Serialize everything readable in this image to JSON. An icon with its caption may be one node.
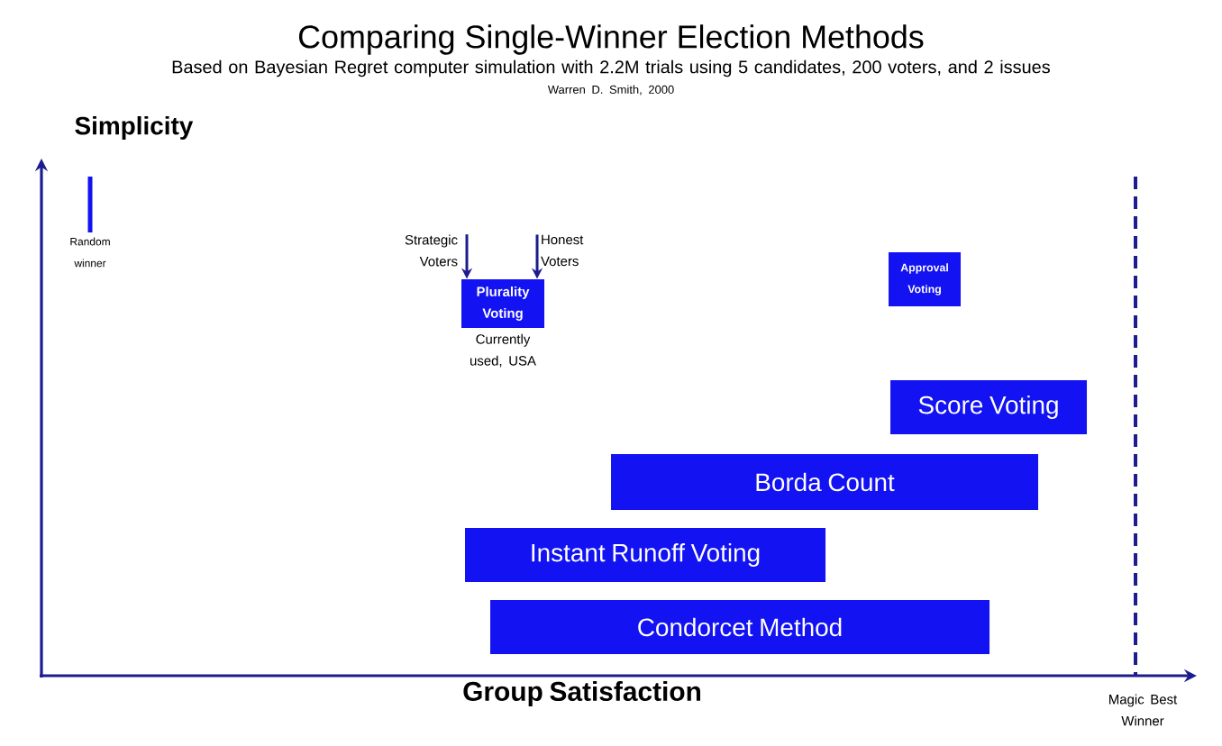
{
  "diagram": {
    "title": "Comparing Single-Winner Election Methods",
    "nodes": [
      {
        "text": [
          "Strategic Voters"
        ]
      },
      {
        "text": [
          "Honest Voters"
        ]
      },
      {
        "text": [
          "Plurality Voting"
        ],
        "beside": [
          "Currently used, USA"
        ]
      },
      {
        "text": [
          "Approval Voting"
        ]
      },
      {
        "text": [
          "Score Voting"
        ]
      },
      {
        "text": [
          "Borda Count"
        ]
      },
      {
        "text": [
          "Instant Runoff Voting"
        ]
      },
      {
        "text": [
          "Condorcet Method"
        ]
      }
    ],
    "edges": [
      {
        "from": 0,
        "to": 2,
        "arrow": "to"
      },
      {
        "from": 1,
        "to": 2,
        "arrow": "to"
      }
    ],
    "labels": [
      "Based on Bayesian Regret computer simulation with 2.2M trials using 5 candidates, 200 voters, and 2 issues",
      "Warren D. Smith, 2000",
      "Simplicity",
      "Random winner",
      "Group Satisfaction",
      "Magic Best Winner"
    ]
  }
}
